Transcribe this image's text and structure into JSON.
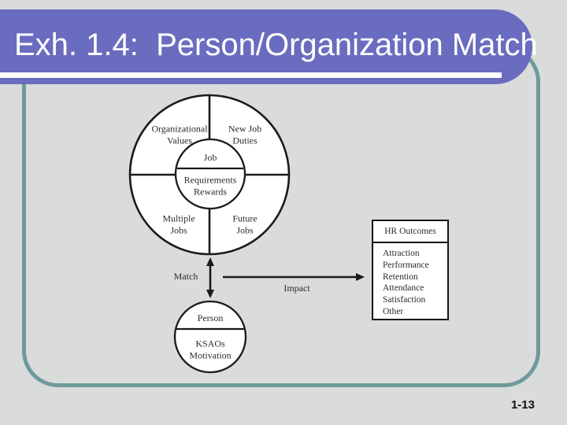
{
  "slide": {
    "title": "Exh. 1.4:  Person/Organization Match",
    "page_number": "1-13"
  },
  "colors": {
    "background": "#dadbdb",
    "title_bar": "#6a6cc0",
    "title_text": "#ffffff",
    "frame_border": "#6e9a9c",
    "diagram_line": "#1a1a1a",
    "diagram_text": "#2b2b28"
  },
  "diagram": {
    "organization_circle": {
      "quadrants": {
        "top_left": [
          "Organizational",
          "Values"
        ],
        "top_right": [
          "New Job",
          "Duties"
        ],
        "bottom_left": [
          "Multiple",
          "Jobs"
        ],
        "bottom_right": [
          "Future",
          "Jobs"
        ]
      },
      "inner_circle": {
        "top": "Job",
        "bottom": [
          "Requirements",
          "Rewards"
        ]
      }
    },
    "person_circle": {
      "top": "Person",
      "bottom": [
        "KSAOs",
        "Motivation"
      ]
    },
    "match_label": "Match",
    "impact_label": "Impact",
    "hr_outcomes_box": {
      "header": "HR Outcomes",
      "items": [
        "Attraction",
        "Performance",
        "Retention",
        "Attendance",
        "Satisfaction",
        "Other"
      ]
    }
  }
}
